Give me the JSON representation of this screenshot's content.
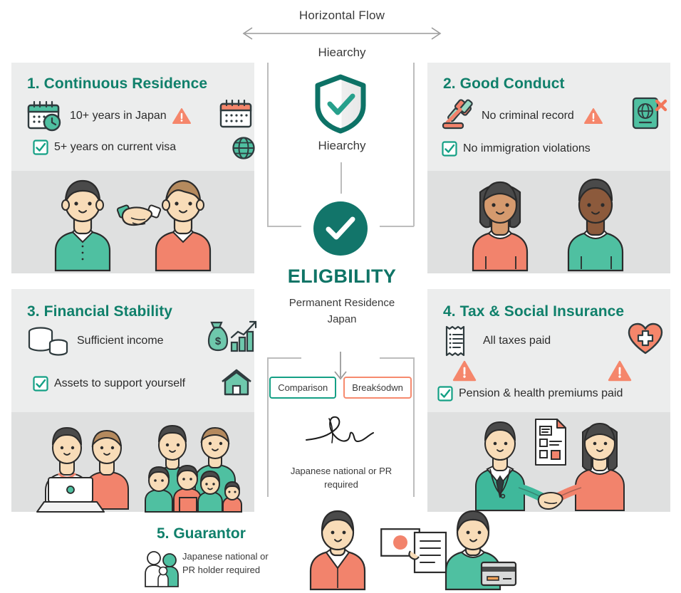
{
  "center": {
    "flow_label": "Horizontal Flow",
    "hierarchy_top": "Hiearchy",
    "hierarchy_bottom": "Hiearchy",
    "title": "ELIGBILITY",
    "subtitle_line1": "Permanent Residence",
    "subtitle_line2": "Japan",
    "chips": [
      {
        "label": "Comparison",
        "color": "#14a085"
      },
      {
        "label": "Breakśodwn",
        "color": "#f68a6e"
      }
    ],
    "signature_caption_line1": "Japanese national or PR",
    "signature_caption_line2": "required",
    "shield_icon": "shield-check-icon",
    "check_icon": "check-circle-icon",
    "down_arrow_icon": "arrow-down-icon",
    "flow_arrow_icon": "double-arrow-horizontal-icon",
    "signature_icon": "signature-icon"
  },
  "cards": [
    {
      "id": "continuous-residence",
      "title": "1. Continuous Residence",
      "rows": [
        {
          "lead_icon": "calendar-clock-icon",
          "text": "10+ years in Japan",
          "trail_icon": "warning-triangle-icon",
          "far_icon": "calendar-icon"
        },
        {
          "lead_icon": "checkbox-checked-icon",
          "text": "5+ years on current visa",
          "trail_icon": "",
          "far_icon": "globe-icon"
        }
      ],
      "illustration": "two-people-handshake-illustration"
    },
    {
      "id": "good-conduct",
      "title": "2. Good Conduct",
      "rows": [
        {
          "lead_icon": "gavel-icon",
          "text": "No criminal record",
          "trail_icon": "warning-triangle-icon",
          "far_icon": "passport-globe-x-icon"
        },
        {
          "lead_icon": "checkbox-checked-icon",
          "text": "No immigration violations",
          "trail_icon": "",
          "far_icon": ""
        }
      ],
      "illustration": "two-avatars-illustration"
    },
    {
      "id": "financial-stability",
      "title": "3. Financial Stability",
      "rows": [
        {
          "lead_icon": "coin-stack-icon",
          "text": "Sufficient income",
          "trail_icon": "",
          "far_icon": "money-bag-growth-chart-icon"
        },
        {
          "lead_icon": "checkbox-checked-icon",
          "text": "Assets to support yourself",
          "trail_icon": "",
          "far_icon": "house-icon"
        }
      ],
      "illustration": "family-and-laptop-illustration"
    },
    {
      "id": "tax-social-insurance",
      "title": "4. Tax & Social Insurance",
      "rows": [
        {
          "lead_icon": "receipt-icon",
          "text": "All taxes paid",
          "trail_icon": "warning-triangle-icon",
          "far_icon": "heart-plus-icon"
        },
        {
          "lead_icon": "checkbox-checked-icon",
          "text": "Pension & health premiums paid",
          "trail_icon": "warning-triangle-icon",
          "far_icon": ""
        }
      ],
      "illustration": "business-handshake-document-illustration"
    }
  ],
  "guarantor": {
    "title": "5. Guarantor",
    "subtitle_line1": "Japanese national or",
    "subtitle_line2": "PR holder required",
    "people_icon": "family-group-icon",
    "person_icon": "person-icon",
    "flag_icon": "japan-flag-icon",
    "document_person_icon": "person-with-document-icon"
  },
  "theme": {
    "teal": "#10806b",
    "teal_bright": "#14a085",
    "mint": "#4fc0a1",
    "coral": "#f2775a",
    "coral_light": "#f68a6e",
    "card_bg": "#eceded",
    "illus_bg": "#dfe0e0",
    "ink": "#2b2b2b",
    "rail": "#bdbdbd",
    "skin": "#f8dcb8",
    "skin_mid": "#d59a6e",
    "skin_dark": "#8c5a3c",
    "hair_dark": "#4a4a4a",
    "hair_brown": "#b58a5e"
  }
}
